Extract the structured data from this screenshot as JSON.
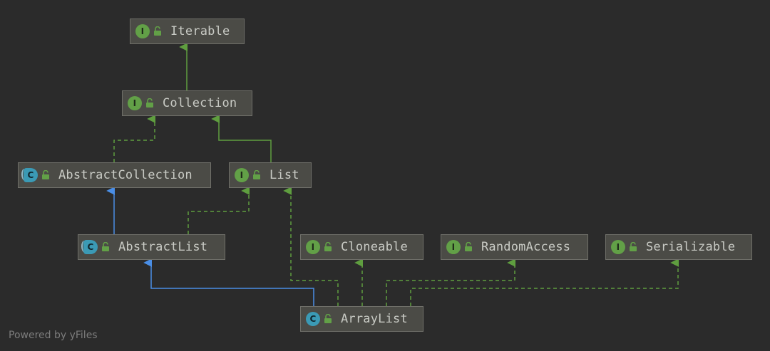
{
  "diagram": {
    "title": "ArrayList type hierarchy",
    "nodes": [
      {
        "id": "iterable",
        "label": "Iterable",
        "kind": "interface",
        "badge": "I",
        "icon": "interface-icon"
      },
      {
        "id": "collection",
        "label": "Collection",
        "kind": "interface",
        "badge": "I",
        "icon": "interface-icon"
      },
      {
        "id": "abstractcollection",
        "label": "AbstractCollection",
        "kind": "abstract-class",
        "badge": "C",
        "icon": "abstract-class-icon"
      },
      {
        "id": "list",
        "label": "List",
        "kind": "interface",
        "badge": "I",
        "icon": "interface-icon"
      },
      {
        "id": "abstractlist",
        "label": "AbstractList",
        "kind": "abstract-class",
        "badge": "C",
        "icon": "abstract-class-icon"
      },
      {
        "id": "cloneable",
        "label": "Cloneable",
        "kind": "interface",
        "badge": "I",
        "icon": "interface-icon"
      },
      {
        "id": "randomaccess",
        "label": "RandomAccess",
        "kind": "interface",
        "badge": "I",
        "icon": "interface-icon"
      },
      {
        "id": "serializable",
        "label": "Serializable",
        "kind": "interface",
        "badge": "I",
        "icon": "interface-icon"
      },
      {
        "id": "arraylist",
        "label": "ArrayList",
        "kind": "class",
        "badge": "C",
        "icon": "class-icon"
      }
    ],
    "edges": [
      {
        "from": "collection",
        "to": "iterable",
        "type": "extends"
      },
      {
        "from": "abstractcollection",
        "to": "collection",
        "type": "implements"
      },
      {
        "from": "list",
        "to": "collection",
        "type": "extends"
      },
      {
        "from": "abstractlist",
        "to": "abstractcollection",
        "type": "class-extends"
      },
      {
        "from": "abstractlist",
        "to": "list",
        "type": "implements"
      },
      {
        "from": "arraylist",
        "to": "abstractlist",
        "type": "class-extends"
      },
      {
        "from": "arraylist",
        "to": "list",
        "type": "implements"
      },
      {
        "from": "arraylist",
        "to": "cloneable",
        "type": "implements"
      },
      {
        "from": "arraylist",
        "to": "randomaccess",
        "type": "implements"
      },
      {
        "from": "arraylist",
        "to": "serializable",
        "type": "implements"
      }
    ]
  },
  "colors": {
    "background": "#2b2b2b",
    "interface_edge": "#5f9e3f",
    "class_edge": "#4a8ee6",
    "lock": "#62a047"
  },
  "footer": {
    "text": "Powered by yFiles"
  }
}
